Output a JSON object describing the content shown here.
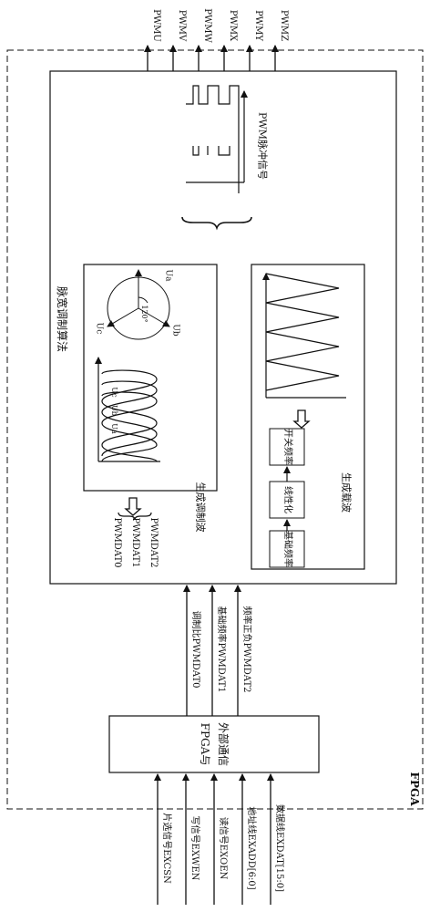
{
  "outputs": [
    "PWMU",
    "PWMV",
    "PWMW",
    "PWMX",
    "PWMY",
    "PWMZ"
  ],
  "inputs": [
    "片选信号EXCSN",
    "写信号EXWEN",
    "读信号EXOEN",
    "地址线EXADD[6:0]",
    "数据线EXDAT[15:0]"
  ],
  "comm_block": {
    "line1": "FPGA与",
    "line2": "外部通信"
  },
  "buses": [
    "调制比PWMDAT0",
    "基础频率PWMDAT1",
    "频率正负PWMDAT2"
  ],
  "fpga_label": "FPGA",
  "algorithm_title": "脉宽调制算法",
  "pulse_label": "PWM脉冲信号",
  "modulation": {
    "title": "生成调制波",
    "regs": [
      "PWMDAT0",
      "PWMDAT1",
      "PWMDAT2"
    ],
    "phases": [
      "Ua",
      "Ub",
      "Uc"
    ],
    "angle": "120°"
  },
  "carrier": {
    "title": "生成载波",
    "blocks": [
      "基础频率",
      "线性化",
      "开关频率"
    ]
  }
}
